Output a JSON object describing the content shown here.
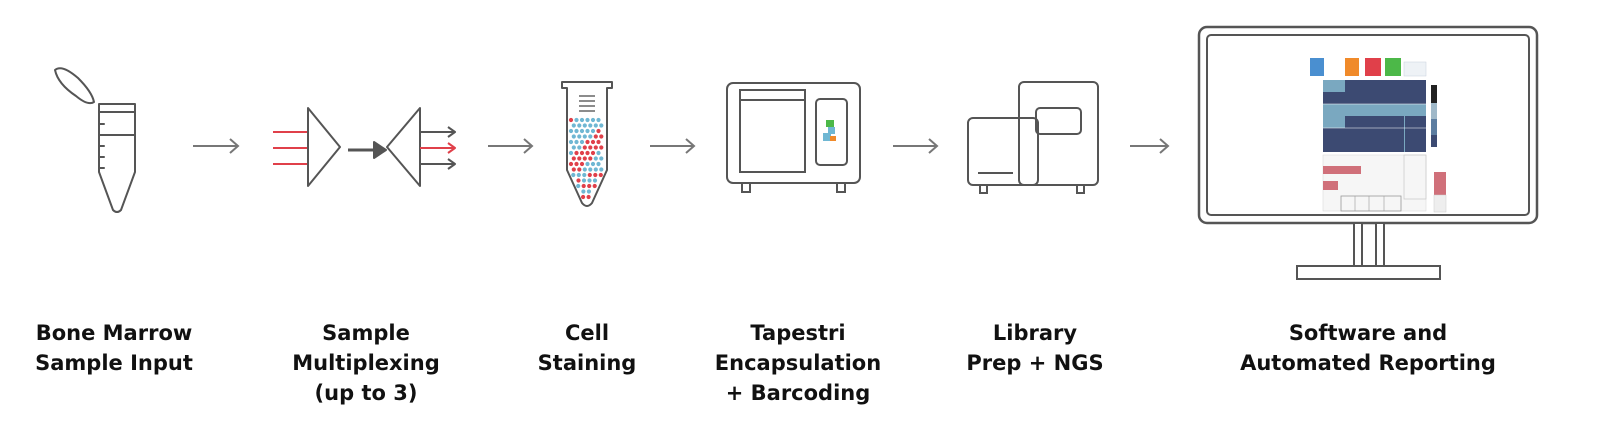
{
  "steps": [
    {
      "icon": "centrifuge-tube-icon",
      "lines": [
        "Bone Marrow",
        "Sample Input"
      ]
    },
    {
      "icon": "multiplexing-icon",
      "lines": [
        "Sample",
        "Multiplexing",
        "(up to 3)"
      ]
    },
    {
      "icon": "stained-cells-tube-icon",
      "lines": [
        "Cell",
        "Staining"
      ]
    },
    {
      "icon": "tapestri-instrument-icon",
      "lines": [
        "Tapestri",
        "Encapsulation",
        "+ Barcoding"
      ]
    },
    {
      "icon": "sequencer-icon",
      "lines": [
        "Library",
        "Prep + NGS"
      ]
    },
    {
      "icon": "monitor-report-icon",
      "lines": [
        "Software and",
        "Automated Reporting"
      ]
    }
  ],
  "colors": {
    "stroke": "#555555",
    "accent_red": "#e0404a",
    "accent_blue": "#6fb7d3",
    "accent_green": "#4cb848",
    "heatmap_dark": "#3c4a72",
    "heatmap_light": "#7aa8c0",
    "report_pink": "#d0707a",
    "report_orange": "#f08a2a"
  }
}
